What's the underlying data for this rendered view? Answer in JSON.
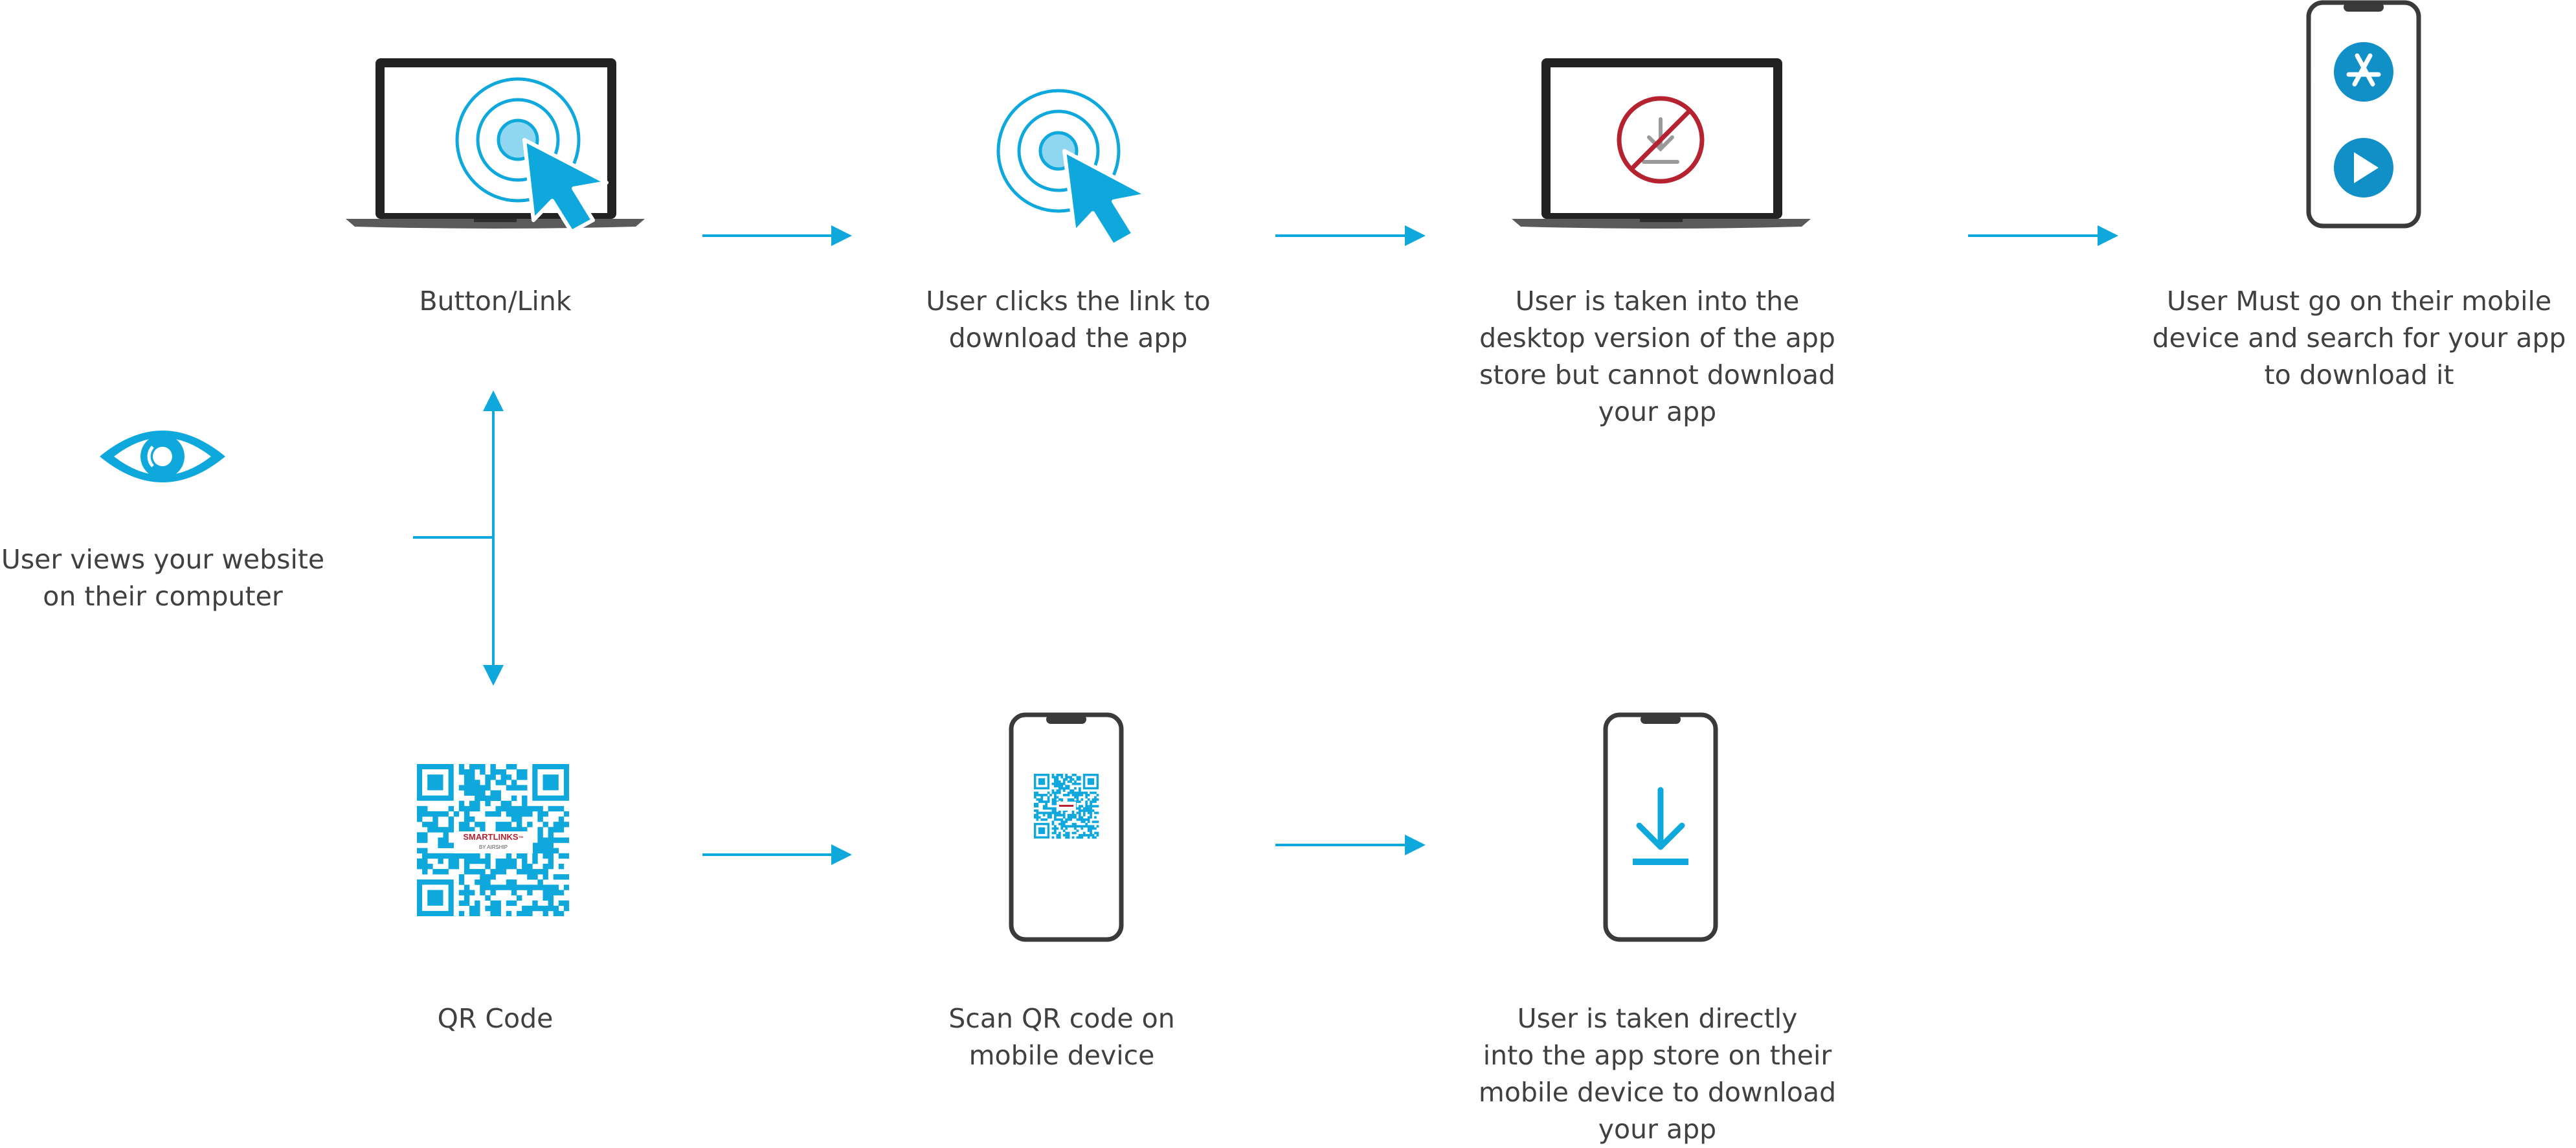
{
  "colors": {
    "accent": "#0FA8DD",
    "accent_light": "#8FD6F0",
    "device_stroke": "#3A3A3A",
    "deny": "#B52330",
    "text": "#404040",
    "store_icon_bg": "#1190C8"
  },
  "steps": {
    "start": {
      "icon": "eye-icon",
      "lines": [
        "User views your website",
        "on their computer"
      ]
    },
    "button_link": {
      "icon": "laptop-click-icon",
      "lines": [
        "Button/Link"
      ]
    },
    "user_clicks": {
      "icon": "cursor-click-icon",
      "lines": [
        "User clicks the link to",
        "download the app"
      ]
    },
    "desktop_store": {
      "icon": "laptop-no-download-icon",
      "lines": [
        "User is taken into the",
        "desktop version of the app",
        "store but cannot download",
        "your app"
      ]
    },
    "mobile_search": {
      "icon": "phone-app-stores-icon",
      "lines": [
        "User Must go on their mobile",
        "device and search for your app",
        "to download it"
      ]
    },
    "qr_code": {
      "icon": "qr-code-icon",
      "lines": [
        "QR Code"
      ]
    },
    "scan_qr": {
      "icon": "phone-qr-icon",
      "lines": [
        "Scan QR code on",
        "mobile device"
      ]
    },
    "direct_store": {
      "icon": "phone-download-icon",
      "lines": [
        "User is taken directly",
        "into the app store on their",
        "mobile device to download",
        "your app"
      ]
    }
  },
  "qr": {
    "brand": "SMARTLINKS",
    "brand_tm": "™",
    "byline": "BY AIRSHIP"
  }
}
